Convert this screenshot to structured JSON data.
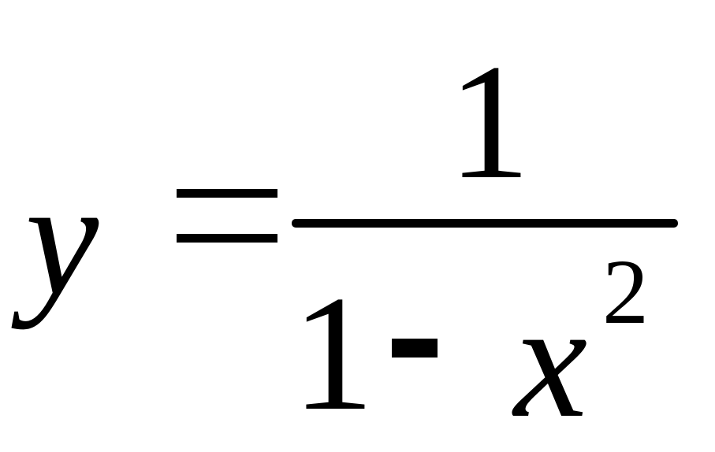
{
  "formula": {
    "lhs_variable": "y",
    "equals_sign": "=",
    "numerator": "1",
    "denominator": {
      "constant": "1",
      "operator": "-",
      "variable": "x",
      "exponent": "2"
    }
  }
}
